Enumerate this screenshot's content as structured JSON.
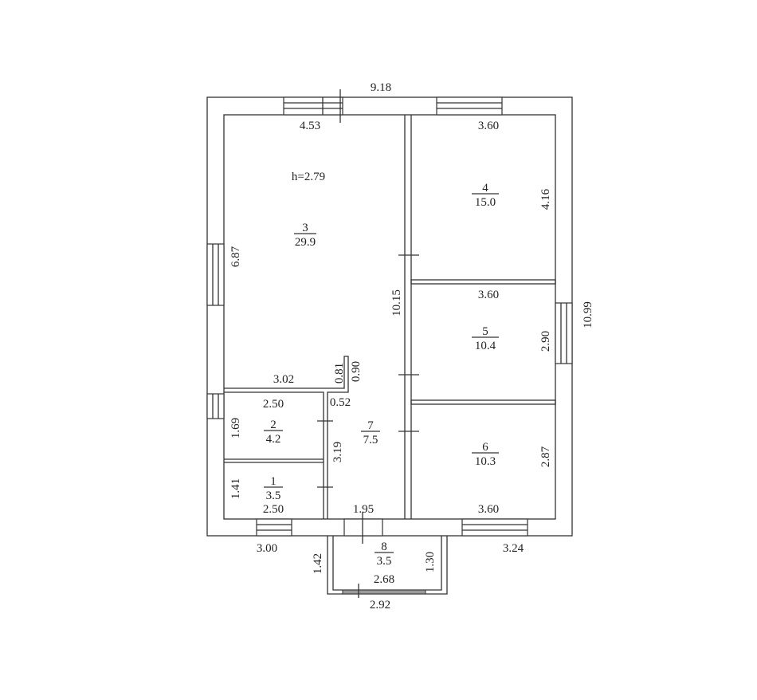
{
  "plan": {
    "overall_width": "9.18",
    "overall_depth": "10.99",
    "ceiling_height": "h=2.79",
    "rooms": [
      {
        "number": "1",
        "area": "3.5"
      },
      {
        "number": "2",
        "area": "4.2"
      },
      {
        "number": "3",
        "area": "29.9"
      },
      {
        "number": "4",
        "area": "15.0"
      },
      {
        "number": "5",
        "area": "10.4"
      },
      {
        "number": "6",
        "area": "10.3"
      },
      {
        "number": "7",
        "area": "7.5"
      },
      {
        "number": "8",
        "area": "3.5"
      }
    ],
    "dimensions": {
      "top_left": "4.53",
      "room4_width": "3.60",
      "room4_height": "4.16",
      "room3_height": "6.87",
      "room5_width": "3.60",
      "room5_height": "2.90",
      "corridor_length": "10.15",
      "room3_bottom": "3.02",
      "stub_081": "0.81",
      "stub_090": "0.90",
      "room2_width": "2.50",
      "room2_height": "1.69",
      "gap_052": "0.52",
      "corridor_height": "3.19",
      "room6_height": "2.87",
      "room1_height": "1.41",
      "room1_width": "2.50",
      "corridor_width": "1.95",
      "room6_width": "3.60",
      "bottom_left": "3.00",
      "bottom_right": "3.24",
      "porch_left": "1.42",
      "porch_right": "1.30",
      "porch_inner": "2.68",
      "porch_outer": "2.92"
    }
  }
}
